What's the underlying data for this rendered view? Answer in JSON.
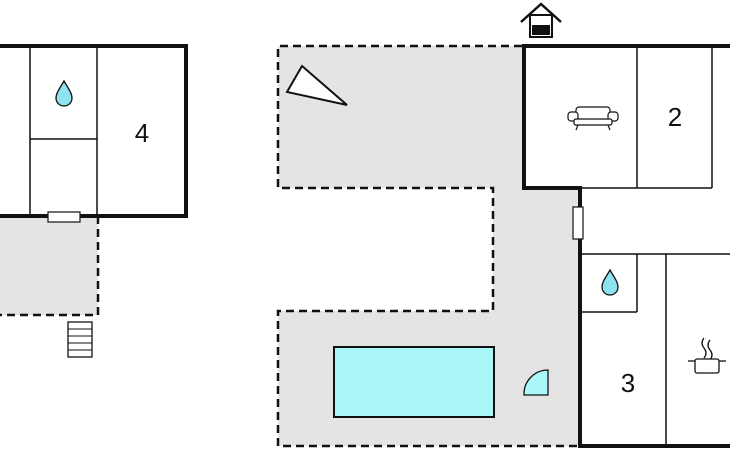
{
  "floorplan": {
    "rooms": [
      {
        "number": "4"
      },
      {
        "number": "2"
      },
      {
        "number": "3"
      }
    ],
    "icons": [
      "water-drop-icon",
      "sofa-icon",
      "cooking-pot-icon",
      "house-entrance-icon",
      "compass-north-icon",
      "stairs-icon",
      "pool",
      "door"
    ],
    "colors": {
      "wall": "#111111",
      "terrace": "#e4e4e4",
      "pool": "#aaf7fa",
      "drop": "#8fe3f0",
      "background": "#ffffff"
    }
  }
}
